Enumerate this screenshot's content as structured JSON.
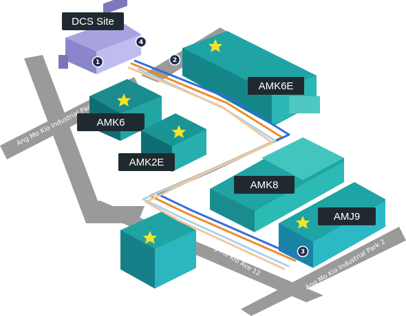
{
  "site": {
    "dcs_label": "DCS Site",
    "buildings": [
      {
        "id": "amk6e",
        "label": "AMK6E"
      },
      {
        "id": "amk6",
        "label": "AMK6"
      },
      {
        "id": "amk2e",
        "label": "AMK2E"
      },
      {
        "id": "amk8",
        "label": "AMK8"
      },
      {
        "id": "amj9",
        "label": "AMJ9"
      }
    ],
    "markers": [
      "1",
      "2",
      "3",
      "4"
    ]
  },
  "roads": {
    "industrial_park_2_left": "Ang Mo Kio Industrial Park 2",
    "ave_12": "Ang Mo Kio Ave 12",
    "industrial_park_2_right": "Ang Mo Kio Industrial Park 2"
  },
  "colors": {
    "road": "#9a9a9a",
    "dcs_building": "#a8a3e0",
    "building_teal": "#1fa3a3",
    "building_dark": "#0f6e73",
    "star": "#f4e22a",
    "label_bg": "#1f2a30",
    "fiber_orange": "#f08a28",
    "fiber_blue": "#2f6fd6",
    "fiber_light_blue": "#a9d4ee",
    "fiber_peach": "#f3c79a"
  },
  "icons": [
    "star-icon",
    "numbered-marker-icon"
  ]
}
